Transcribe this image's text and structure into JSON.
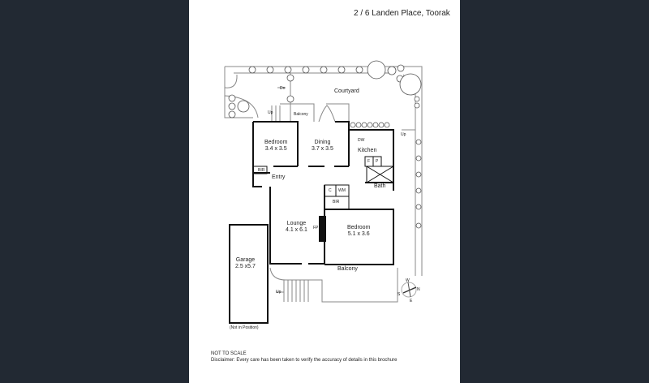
{
  "header": {
    "title": "2 / 6 Landen Place, Toorak"
  },
  "colors": {
    "background": "#222933",
    "panel": "#ffffff",
    "wall": "#111111",
    "line": "#888888"
  },
  "rooms": [
    {
      "name": "Courtyard",
      "dims": ""
    },
    {
      "name": "Balcony",
      "dims": ""
    },
    {
      "name": "Bedroom",
      "dims": "3.4 x 3.5"
    },
    {
      "name": "Dining",
      "dims": "3.7 x 3.5"
    },
    {
      "name": "Kitchen",
      "dims": ""
    },
    {
      "name": "Entry",
      "dims": ""
    },
    {
      "name": "Bath",
      "dims": ""
    },
    {
      "name": "Lounge",
      "dims": "4.1 x 6.1"
    },
    {
      "name": "Bedroom",
      "dims": "5.1 x 3.6"
    },
    {
      "name": "Balcony",
      "dims": ""
    },
    {
      "name": "Garage",
      "dims": "2.5 x5.7"
    }
  ],
  "fixtures": {
    "bir_1": "BIR",
    "bir_2": "BIR",
    "c": "C",
    "wm": "WM",
    "f": "F",
    "p": "P",
    "dw": "DW",
    "fp": "FP"
  },
  "stairs": {
    "up_1": "Up",
    "down": "Dn",
    "up_2": "Up",
    "up_3": "Up"
  },
  "garage_note": "(Not in Position)",
  "compass": {
    "n": "N",
    "s": "S",
    "e": "E",
    "w": "W"
  },
  "footer": {
    "scale": "NOT TO SCALE",
    "disclaimer": "Disclaimer: Every care has been taken to verify the accuracy of details in this brochure"
  }
}
